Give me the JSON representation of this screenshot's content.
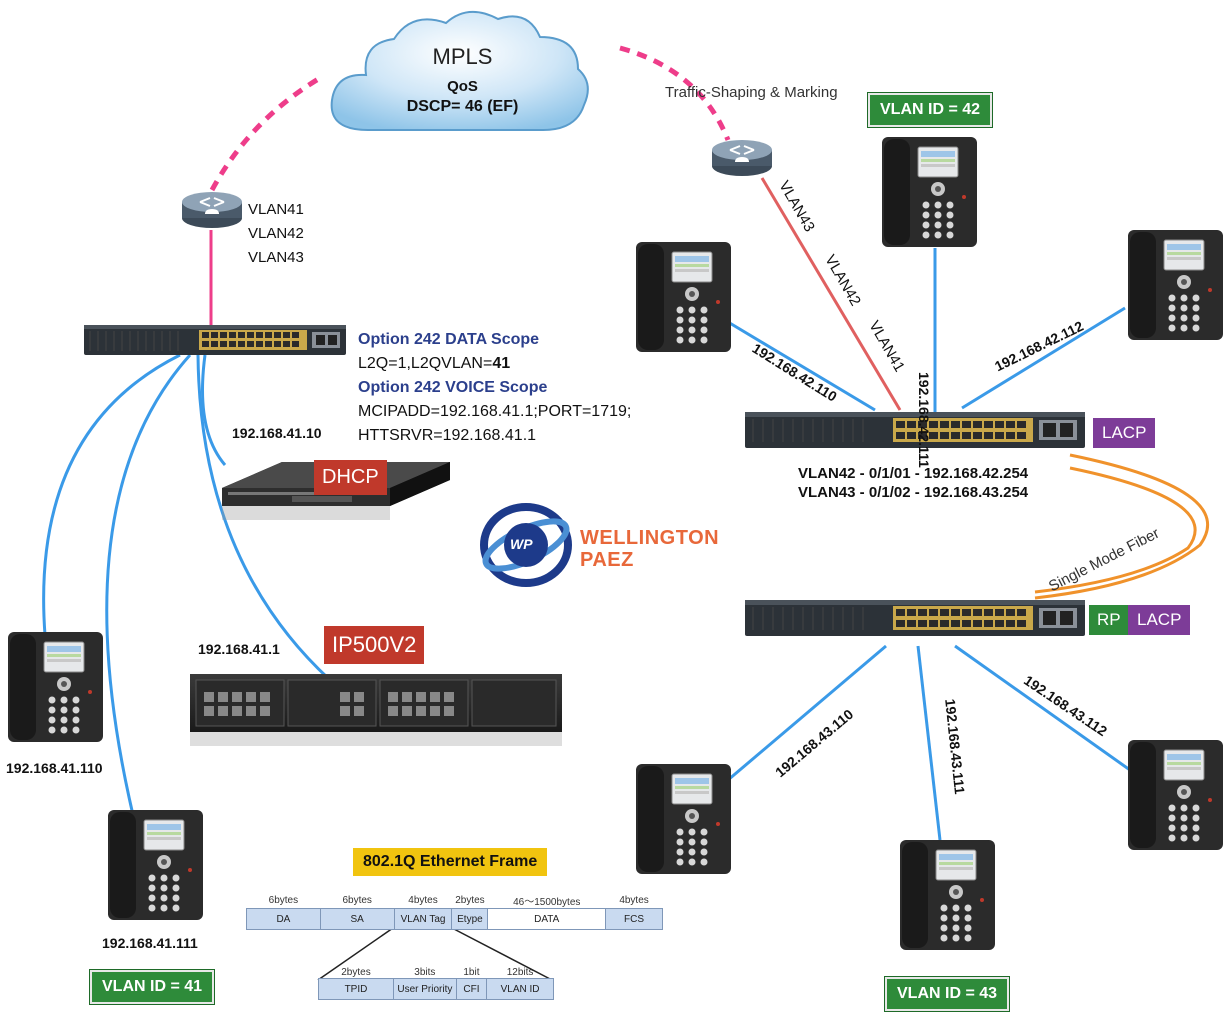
{
  "cloud": {
    "title": "MPLS",
    "qos": "QoS",
    "dscp": "DSCP= 46 (EF)"
  },
  "traffic_shaping": "Traffic-Shaping & Marking",
  "left_router_vlans": [
    "VLAN41",
    "VLAN42",
    "VLAN43"
  ],
  "dhcp_options": {
    "data_title": "Option 242 DATA Scope",
    "data_value_prefix": "L2Q=1,L2QVLAN=",
    "data_value_bold": "41",
    "voice_title": "Option 242 VOICE Scope",
    "voice_line1": "MCIPADD=192.168.41.1;PORT=1719;",
    "voice_line2": "HTTSRVR=192.168.41.1"
  },
  "dhcp_server": {
    "ip": "192.168.41.10",
    "label": "DHCP"
  },
  "ip500": {
    "ip": "192.168.41.1",
    "label": "IP500V2"
  },
  "logo": {
    "line1": "WELLINGTON",
    "line2": "PAEZ",
    "mark": "WP"
  },
  "left_phones": {
    "ip1": "192.168.41.110",
    "ip2": "192.168.41.111",
    "vlan": "VLAN ID = 41"
  },
  "right_top": {
    "vlan": "VLAN ID = 42",
    "ip110": "192.168.42.110",
    "ip111": "192.168.42.111",
    "ip112": "192.168.42.112",
    "trunk_labels": [
      "VLAN43",
      "VLAN42",
      "VLAN41"
    ],
    "lacp": "LACP",
    "switch_line1": "VLAN42 - 0/1/01 - 192.168.42.254",
    "switch_line2": "VLAN43 - 0/1/02 - 192.168.43.254"
  },
  "fiber": "Single Mode Fiber",
  "right_bottom": {
    "rp": "RP",
    "lacp": "LACP",
    "ip110": "192.168.43.110",
    "ip111": "192.168.43.111",
    "ip112": "192.168.43.112",
    "vlan": "VLAN ID = 43"
  },
  "frame": {
    "title": "802.1Q Ethernet Frame",
    "sizes": [
      "6bytes",
      "6bytes",
      "4bytes",
      "2bytes",
      "46～1500bytes",
      "4bytes"
    ],
    "fields": [
      "DA",
      "SA",
      "VLAN Tag",
      "Etype",
      "DATA",
      "FCS"
    ],
    "tag_sizes": [
      "2bytes",
      "3bits",
      "1bit",
      "12bits"
    ],
    "tag_fields": [
      "TPID",
      "User Priority",
      "CFI",
      "VLAN ID"
    ]
  },
  "colors": {
    "link": "#3a9ae8",
    "pink": "#ee3d8a",
    "fiber": "#f0922b",
    "trunk": "#e06060",
    "title_blue": "#2b3f8c"
  }
}
